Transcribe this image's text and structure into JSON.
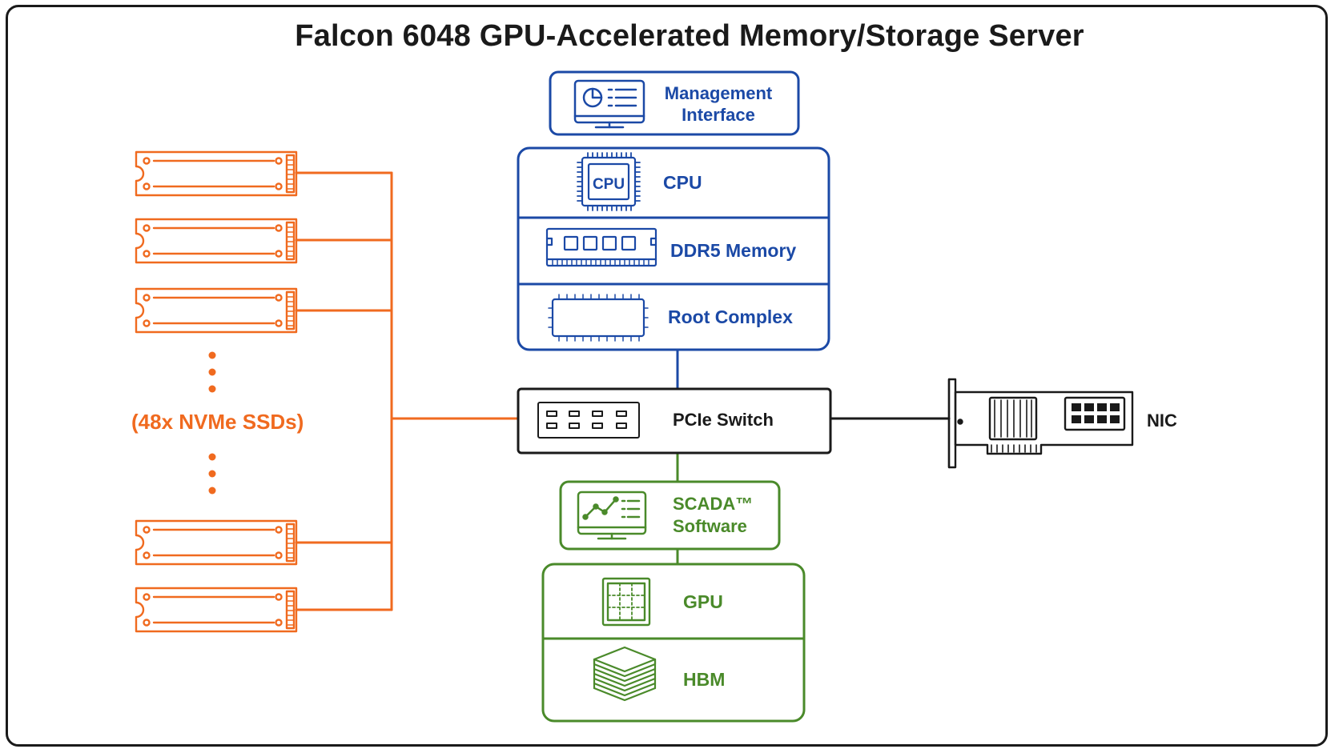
{
  "title": "Falcon 6048 GPU-Accelerated Memory/Storage Server",
  "colors": {
    "blue": "#1b49a6",
    "green": "#4a8a2a",
    "orange": "#f06a1f",
    "dark": "#1a1a1a"
  },
  "nodes": {
    "management": {
      "line1": "Management",
      "line2": "Interface",
      "icon": "monitor-dashboard-icon"
    },
    "cpu": {
      "label": "CPU",
      "chip_text": "CPU",
      "icon": "cpu-chip-icon"
    },
    "memory": {
      "label": "DDR5 Memory",
      "icon": "memory-module-icon"
    },
    "root_complex": {
      "label": "Root Complex",
      "icon": "root-complex-chip-icon"
    },
    "pcie_switch": {
      "label": "PCIe Switch",
      "icon": "switch-ports-icon"
    },
    "nic": {
      "label": "NIC",
      "icon": "network-card-icon"
    },
    "scada": {
      "line1": "SCADA™",
      "line2": "Software",
      "icon": "monitor-chart-icon"
    },
    "gpu": {
      "label": "GPU",
      "icon": "gpu-chip-icon"
    },
    "hbm": {
      "label": "HBM",
      "icon": "memory-stack-icon"
    },
    "ssds": {
      "label": "(48x NVMe SSDs)",
      "icon": "nvme-ssd-icon"
    }
  }
}
